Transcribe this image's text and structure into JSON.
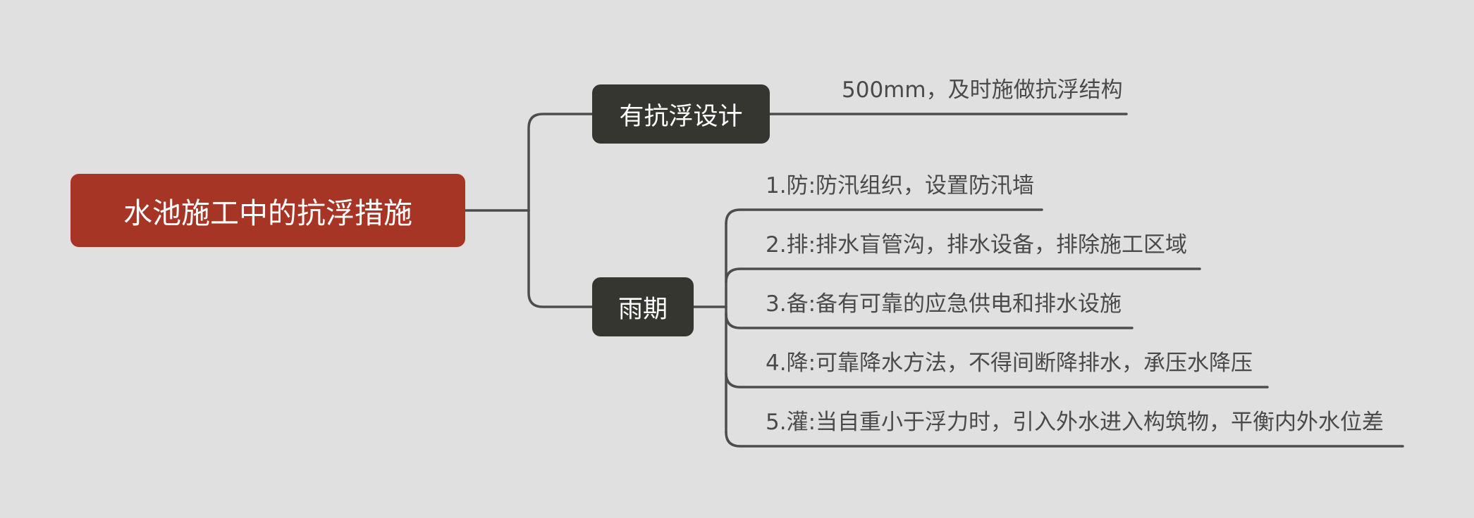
{
  "root": {
    "label": "水池施工中的抗浮措施"
  },
  "branches": [
    {
      "label": "有抗浮设计",
      "children": [
        {
          "label": "500mm，及时施做抗浮结构"
        }
      ]
    },
    {
      "label": "雨期",
      "children": [
        {
          "label": "1.防:防汛组织，设置防汛墙"
        },
        {
          "label": "2.排:排水盲管沟，排水设备，排除施工区域"
        },
        {
          "label": "3.备:备有可靠的应急供电和排水设施"
        },
        {
          "label": "4.降:可靠降水方法，不得间断降排水，承压水降压"
        },
        {
          "label": "5.灌:当自重小于浮力时，引入外水进入构筑物，平衡内外水位差"
        }
      ]
    }
  ],
  "colors": {
    "background": "#e0e0e0",
    "root_fill": "#a63526",
    "branch_fill": "#363631",
    "connector": "#4d4d4d",
    "leaf_text": "#4a4a4a"
  }
}
